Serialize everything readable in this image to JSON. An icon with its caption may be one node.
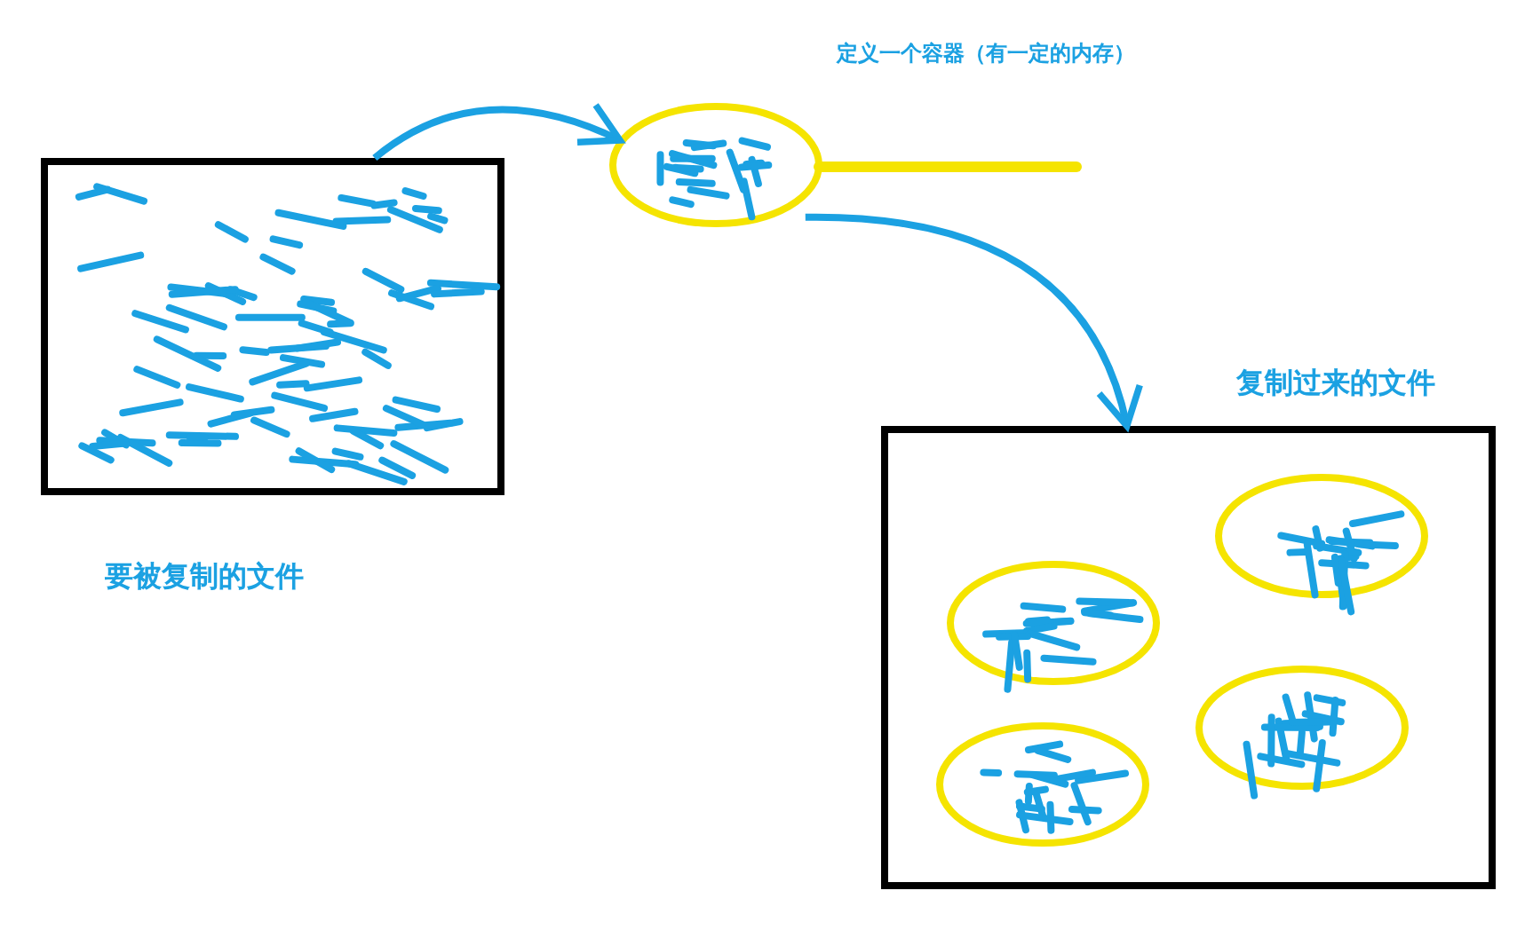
{
  "diagram": {
    "nodes": [
      {
        "text": [
          "要被复制的文件"
        ]
      },
      {
        "text": [],
        "shape": "circle",
        "beside": [
          "定义一个容器（有一定的内存）"
        ]
      },
      {
        "text": [
          "复制过来的文件"
        ]
      },
      {
        "text": [],
        "shape": "circle",
        "in": 2
      },
      {
        "text": [],
        "shape": "circle",
        "in": 2
      },
      {
        "text": [],
        "shape": "circle",
        "in": 2
      },
      {
        "text": [],
        "shape": "circle",
        "in": 2
      }
    ],
    "edges": [
      {
        "from": 0,
        "to": 1,
        "arrow": "to"
      },
      {
        "from": 1,
        "to": 2,
        "arrow": "to"
      }
    ]
  }
}
